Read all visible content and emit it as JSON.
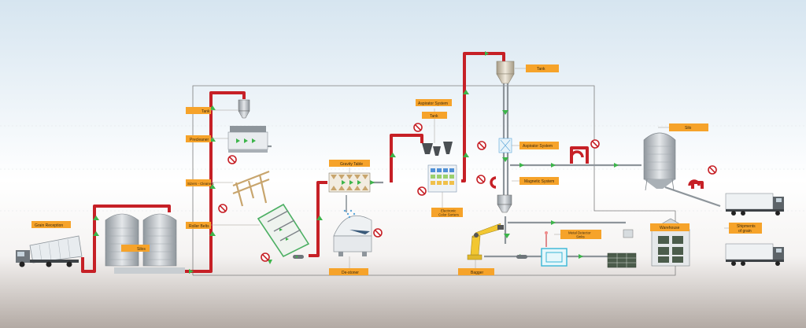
{
  "labels": {
    "grain_reception": "Grain Reception",
    "silos_left": "Silos",
    "tank_top_left": "Tank",
    "precleaner": "Precleaner",
    "sizers_cleaners": "Sizers - Cleaners",
    "roller_belts": "Roller Belts",
    "gravity_table": "Gravity Table",
    "de_stoner": "De-stoner",
    "aspirator_system_top": "Aspirator System",
    "tank_mid": "Tank",
    "electronic_color_sorters_1": "Electronic",
    "electronic_color_sorters_2": "Color Sorters",
    "tank_top_right": "Tank",
    "aspirator_system_right": "Aspirator System",
    "magnetic_system": "Magnetic System",
    "metal_detector_1": "Metal Detector",
    "metal_detector_2": "Sinks",
    "bagger": "Bagger",
    "silo_right": "Silo",
    "warehouse": "Warehouse",
    "shipments_1": "Shipments",
    "shipments_2": "of grain"
  },
  "colors": {
    "pipe_red": "#c62026",
    "label_orange": "#f6a32a",
    "arrow_green": "#3cb54a",
    "metal": "#b9bec3",
    "sky_top": "#d9e7f1",
    "ground": "#bfb6b0"
  },
  "icons": [
    "truck-icon",
    "silo-icon",
    "tank-icon",
    "magnet-icon",
    "robot-arm-icon",
    "no-entry-icon",
    "warehouse-icon",
    "arrow-icon"
  ]
}
